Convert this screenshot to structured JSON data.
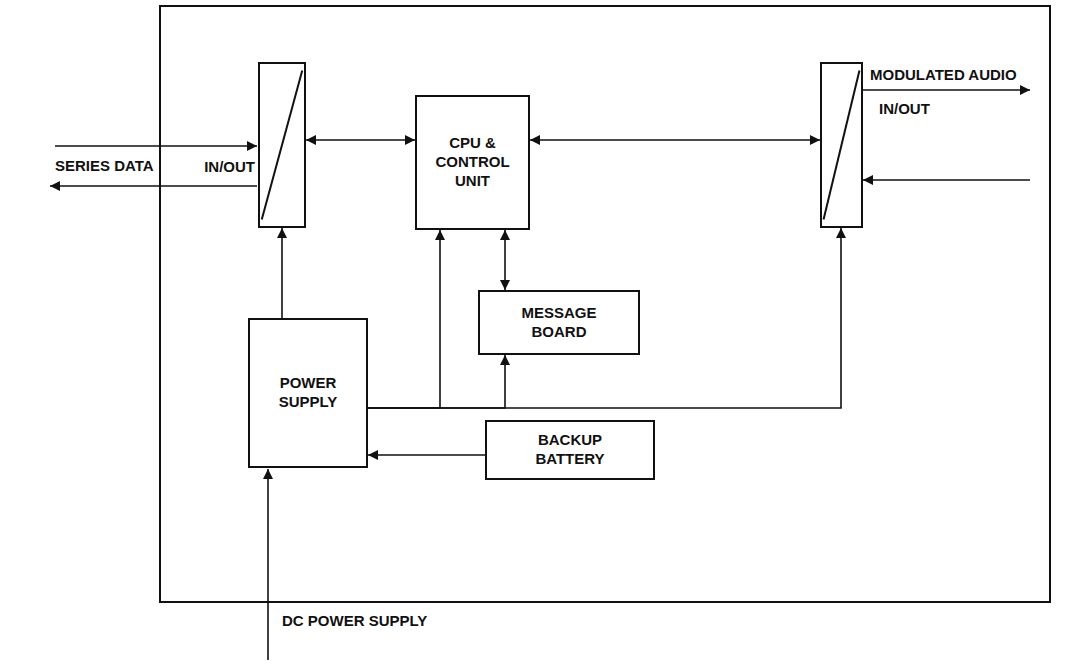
{
  "diagram": {
    "nodes": [
      {
        "text": [
          "IN/OUT"
        ]
      },
      {
        "text": [
          "CPU & CONTROL UNIT"
        ]
      },
      {
        "text": [
          "IN/OUT"
        ]
      },
      {
        "text": [
          "MESSAGE BOARD"
        ]
      },
      {
        "text": [
          "POWER SUPPLY"
        ]
      },
      {
        "text": [
          "BACKUP BATTERY"
        ]
      }
    ],
    "edges": [
      {
        "from": 0,
        "to": 1,
        "arrow": "both"
      },
      {
        "from": 1,
        "to": 2,
        "arrow": "both"
      },
      {
        "from": 1,
        "to": 3,
        "arrow": "both"
      },
      {
        "from": 4,
        "to": 0,
        "arrow": "to"
      },
      {
        "from": 4,
        "to": 1,
        "arrow": "to"
      },
      {
        "from": 4,
        "to": 3,
        "arrow": "to"
      },
      {
        "from": 4,
        "to": 2,
        "arrow": "to"
      },
      {
        "from": 5,
        "to": 4,
        "arrow": "to"
      }
    ],
    "labels": [
      "SERIES DATA",
      "MODULATED AUDIO",
      "DC POWER SUPPLY"
    ]
  }
}
